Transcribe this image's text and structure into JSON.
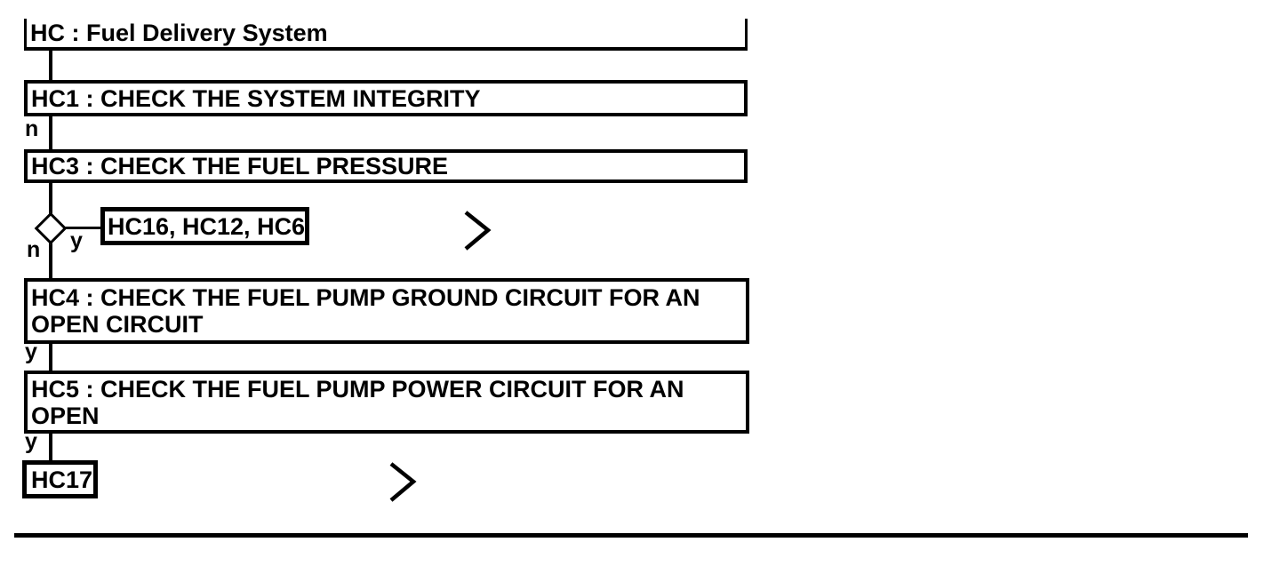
{
  "page": {
    "background": "#ffffff",
    "line_color": "#000000",
    "text_color": "#000000"
  },
  "flowchart": {
    "title": "HC : Fuel Delivery System",
    "nodes": {
      "hc1": "HC1 : CHECK THE SYSTEM INTEGRITY",
      "hc3": "HC3 : CHECK THE FUEL PRESSURE",
      "hc16_group": "HC16, HC12, HC6",
      "hc4_line1": "HC4 : CHECK THE FUEL PUMP GROUND CIRCUIT FOR AN",
      "hc4_line2": "OPEN CIRCUIT",
      "hc5_line1": "HC5 : CHECK THE FUEL PUMP POWER CIRCUIT FOR AN",
      "hc5_line2": "OPEN",
      "hc17": "HC17"
    },
    "branch_labels": {
      "hc1_no": "n",
      "decision_no": "n",
      "decision_yes": "y",
      "hc4_yes": "y",
      "hc5_yes": "y"
    },
    "icons": {
      "continue_chevron": "chevron-right"
    }
  }
}
